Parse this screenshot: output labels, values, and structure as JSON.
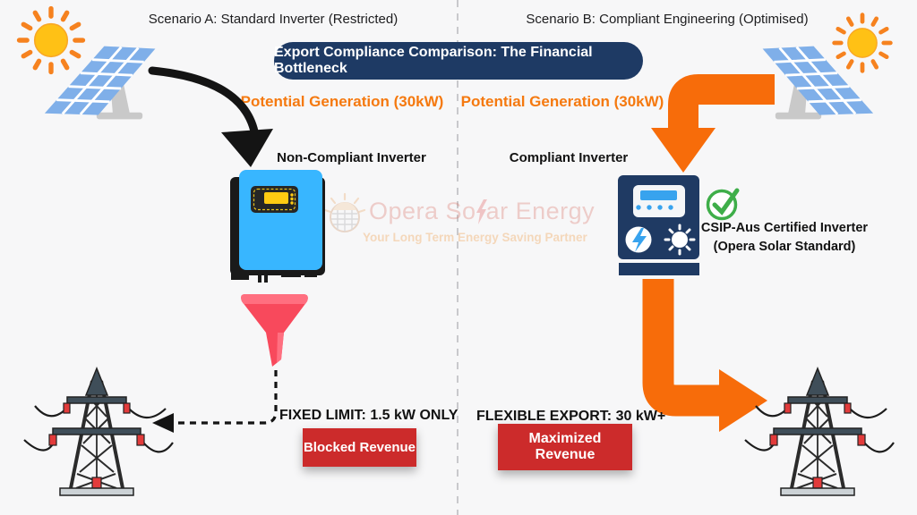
{
  "banner": {
    "title": "Export Compliance Comparison: The Financial Bottleneck"
  },
  "scenarios": {
    "a": {
      "header": "Scenario A: Standard Inverter (Restricted)",
      "potential_label": "Potential Generation (30kW)",
      "inverter_label": "Non-Compliant Inverter",
      "limit_label": "FIXED LIMIT: 1.5 kW ONLY",
      "revenue_badge": "Blocked Revenue"
    },
    "b": {
      "header": "Scenario B: Compliant Engineering (Optimised)",
      "potential_label": "Potential Generation (30kW)",
      "inverter_label": "Compliant Inverter",
      "cert_line1": "CSIP-Aus Certified Inverter",
      "cert_line2": "(Opera Solar Standard)",
      "limit_label": "FLEXIBLE EXPORT: 30 kW+",
      "revenue_badge": "Maximized Revenue"
    }
  },
  "watermark": {
    "brand_left": "Opera So",
    "brand_right": "ar Energy",
    "tagline": "Your Long Term Energy Saving Partner"
  },
  "colors": {
    "background": "#F7F7F8",
    "banner_navy": "#1E3A64",
    "accent_orange_text": "#F5790F",
    "arrow_orange": "#F76C0A",
    "badge_red": "#CC2B2B",
    "inverter_blue": "#38B6FF",
    "inverter_navy": "#1F3A63",
    "funnel_red": "#F8495C",
    "check_green": "#3EAE49",
    "sun_yellow": "#FFC115",
    "panel_blue": "#7FAFE9"
  }
}
